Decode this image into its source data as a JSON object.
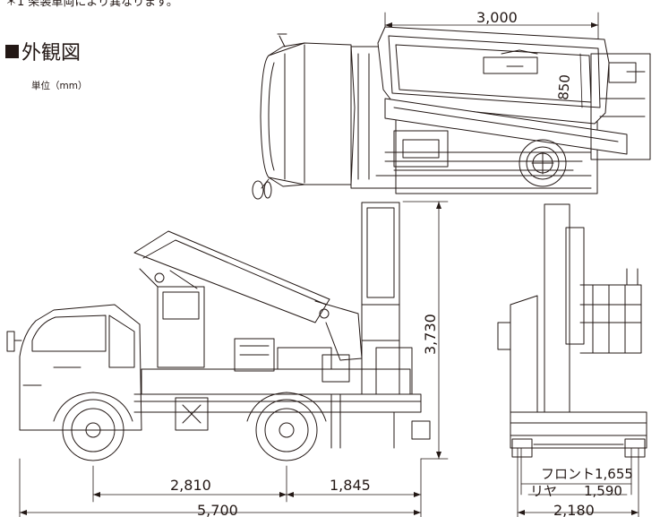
{
  "header": {
    "note": "＊1 架装車両により異なります。",
    "section_title": "外観図",
    "unit_label": "単位（mm）"
  },
  "dimensions": {
    "top_length": "3,000",
    "top_width": "850",
    "height": "3,730",
    "wheelbase": "2,810",
    "rear_overhang": "1,845",
    "overall_length": "5,700",
    "front_tread": "フロント1,655",
    "rear_tread_label": "リヤ",
    "rear_tread_value": "1,590",
    "overall_width": "2,180"
  },
  "colors": {
    "line": "#231815",
    "background": "#ffffff"
  }
}
